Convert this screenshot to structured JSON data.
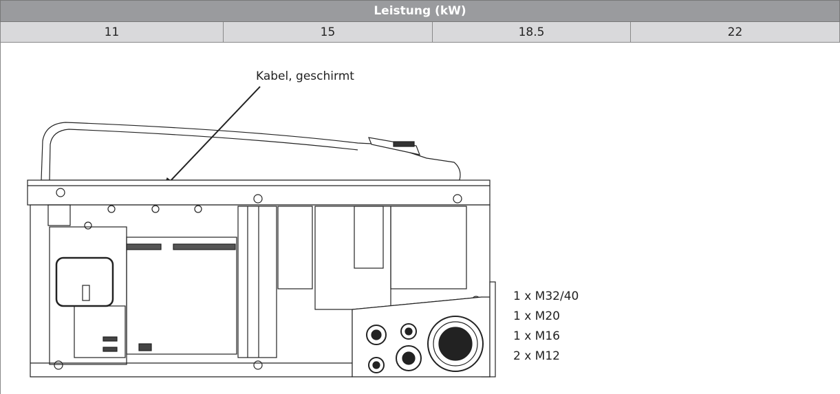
{
  "table": {
    "header": "Leistung (kW)",
    "columns": [
      "11",
      "15",
      "18.5",
      "22"
    ]
  },
  "drawing": {
    "callout_label": "Kabel, geschirmt",
    "cable_glands": [
      "1 x M32/40",
      "1 x M20",
      "1 x M16",
      "2 x M12"
    ]
  }
}
